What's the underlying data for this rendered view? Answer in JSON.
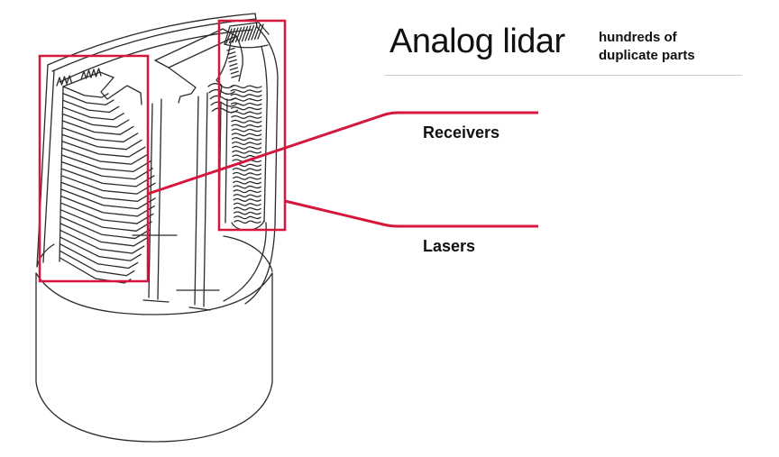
{
  "header": {
    "title": "Analog lidar",
    "subtitle_line1": "hundreds of",
    "subtitle_line2": "duplicate parts"
  },
  "callouts": {
    "receivers": "Receivers",
    "lasers": "Lasers"
  },
  "colors": {
    "annotation_red": "#d5173c",
    "drawing_line": "#2b2b2b",
    "divider_gray": "#cccccc",
    "text_black": "#111111",
    "background": "#ffffff"
  },
  "diagram": {
    "receiver_fin_count": 26,
    "laser_fin_count": 32,
    "laser_cap_hatch_count": 11,
    "laser_inner_hatch_count": 8,
    "cable_wave_count": 5,
    "comb_tooth_group1": 3,
    "comb_tooth_group2": 4
  }
}
